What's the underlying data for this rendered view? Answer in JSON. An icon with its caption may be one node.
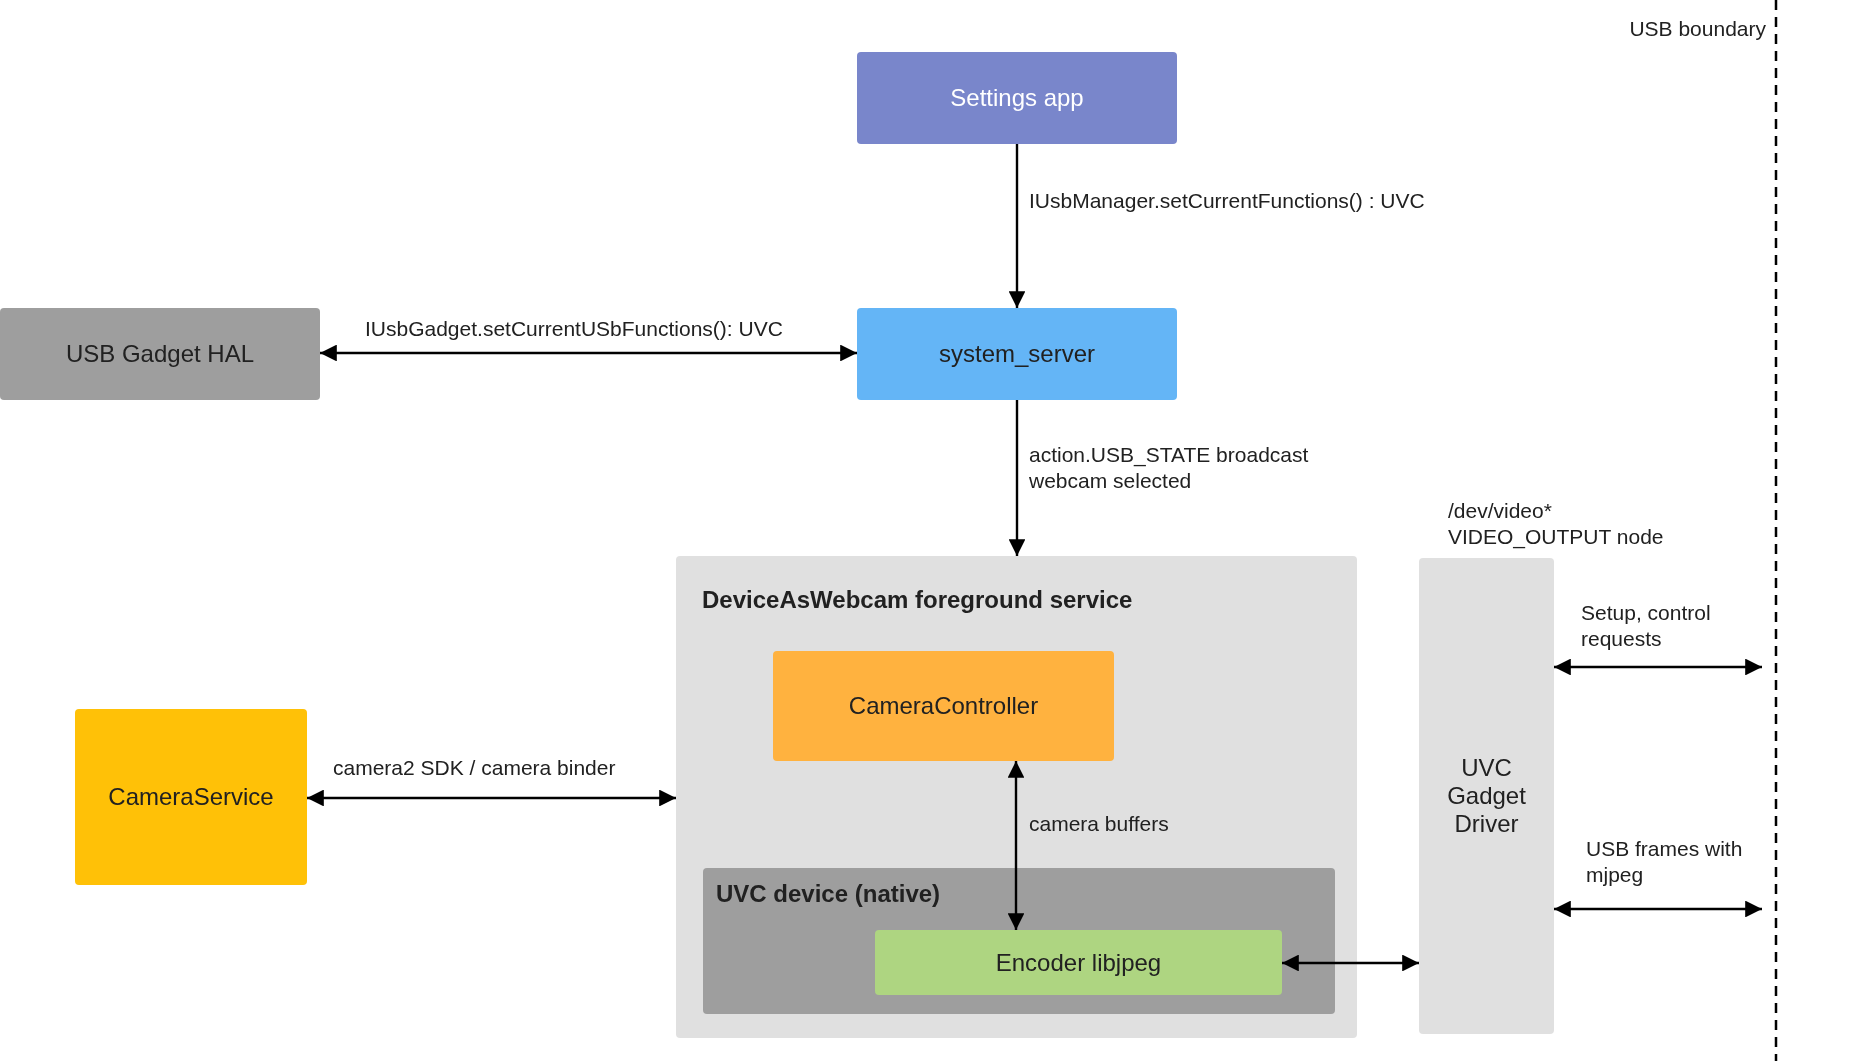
{
  "diagram": {
    "nodes": [
      {
        "text": [
          "Settings app"
        ]
      },
      {
        "text": [
          "system_server"
        ]
      },
      {
        "text": [
          "USB Gadget HAL"
        ]
      },
      {
        "text": [
          "DeviceAsWebcam foreground service"
        ]
      },
      {
        "text": [
          "CameraController"
        ],
        "in": 3
      },
      {
        "text": [
          "UVC device (native)"
        ],
        "in": 3
      },
      {
        "text": [
          "Encoder libjpeg"
        ],
        "in": 5
      },
      {
        "text": [
          "CameraService"
        ]
      },
      {
        "text": [
          "UVC Gadget Driver"
        ],
        "beside": [
          "/dev/video* VIDEO_OUTPUT node"
        ]
      }
    ],
    "edges": [
      {
        "from": 0,
        "to": 1,
        "arrow": "to",
        "label": "IUsbManager.setCurrentFunctions() : UVC"
      },
      {
        "from": 2,
        "to": 1,
        "arrow": "both",
        "label": "IUsbGadget.setCurrentUSbFunctions(): UVC"
      },
      {
        "from": 1,
        "to": 3,
        "arrow": "to",
        "label": "action.USB_STATE broadcast webcam selected"
      },
      {
        "from": 7,
        "to": 3,
        "arrow": "both",
        "label": "camera2 SDK / camera binder"
      },
      {
        "from": 4,
        "to": 6,
        "arrow": "both",
        "label": "camera buffers"
      },
      {
        "from": 6,
        "to": 8,
        "arrow": "both"
      },
      {
        "from": 8,
        "to": null,
        "arrow": "both",
        "label": "Setup, control requests"
      },
      {
        "from": 8,
        "to": null,
        "arrow": "both",
        "label": "USB frames with mjpeg"
      }
    ],
    "labels": [
      "USB boundary"
    ]
  }
}
